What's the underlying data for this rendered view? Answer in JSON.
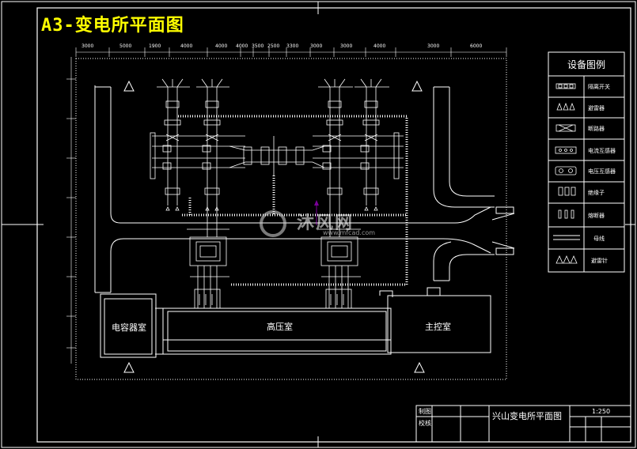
{
  "title": "A3-变电所平面图",
  "rooms": {
    "capacitor": "电容器室",
    "high_voltage": "高压室",
    "control": "主控室"
  },
  "legend": {
    "title": "设备图例",
    "items": [
      {
        "icon": "isolator-switch-icon",
        "label": "隔离开关"
      },
      {
        "icon": "lightning-arrester-icon",
        "label": "避雷器"
      },
      {
        "icon": "circuit-breaker-icon",
        "label": "断路器"
      },
      {
        "icon": "current-transformer-icon",
        "label": "电流互感器"
      },
      {
        "icon": "voltage-transformer-icon",
        "label": "电压互感器"
      },
      {
        "icon": "insulator-icon",
        "label": "绝缘子"
      },
      {
        "icon": "fuse-icon",
        "label": "熔断器"
      },
      {
        "icon": "busbar-icon",
        "label": "母线"
      },
      {
        "icon": "lightning-rod-icon",
        "label": "避雷针"
      }
    ]
  },
  "title_block": {
    "row1_label": "制图",
    "row2_label": "校核",
    "drawing_name": "兴山变电所平面图",
    "scale": "1:250"
  },
  "dimensions": [
    "3000",
    "5000",
    "1900",
    "4000",
    "4000",
    "4000",
    "3500",
    "2500",
    "3300",
    "3000",
    "3000",
    "4000",
    "3000",
    "6000"
  ],
  "watermark": {
    "text": "沐风网",
    "url": "www.mfcad.com"
  }
}
